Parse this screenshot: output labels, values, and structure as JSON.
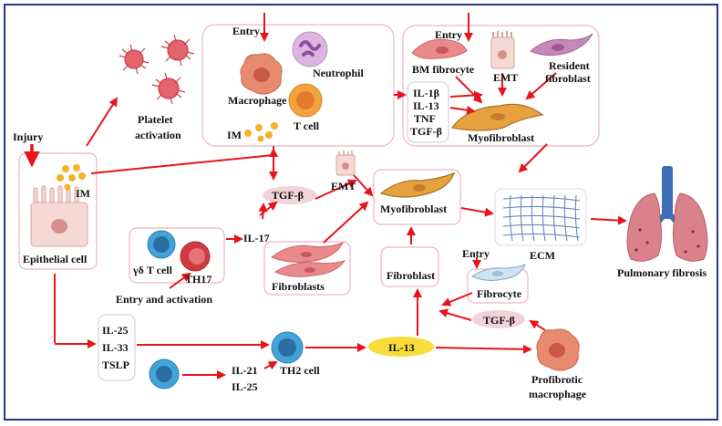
{
  "labels": {
    "injury": "Injury",
    "im": "IM",
    "epithelial_cell": "Epithelial cell",
    "platelet_activation_1": "Platelet",
    "platelet_activation_2": "activation",
    "entry": "Entry",
    "macrophage": "Macrophage",
    "neutrophil": "Neutrophil",
    "t_cell": "T cell",
    "bm_fibrocyte": "BM fibrocyte",
    "emt": "EMT",
    "resident_fibroblast_1": "Resident",
    "resident_fibroblast_2": "fibroblast",
    "il_1b": "IL-1β",
    "il_13": "IL-13",
    "tnf": "TNF",
    "tgf_b": "TGF-β",
    "myofibroblast": "Myofibroblast",
    "il_17": "IL-17",
    "gd_t_cell": "γδ T cell",
    "th17": "TH17",
    "entry_and_activation": "Entry and activation",
    "fibroblasts": "Fibroblasts",
    "fibroblast": "Fibroblast",
    "fibrocyte": "Fibrocyte",
    "ecm": "ECM",
    "pulmonary_fibrosis": "Pulmonary fibrosis",
    "il_25": "IL-25",
    "il_33": "IL-33",
    "tslp": "TSLP",
    "il_21": "IL-21",
    "th2_cell": "TH2 cell",
    "profibrotic_1": "Profibrotic",
    "profibrotic_2": "macrophage"
  },
  "colors": {
    "arrow": "#e8141a",
    "frame": "#25358a",
    "box_border": "#f1b3bd",
    "tgf_fill": "#f3d3da",
    "il13_fill": "#f6dd3a",
    "myofibroblast": "#e6a23e",
    "fibroblast": "#ea8a8c",
    "blue_cell": "#43a3d8",
    "red_cell": "#d23a3f",
    "macrophage": "#e78a70",
    "neutrophil": "#c89ad0",
    "t_cell": "#f3a23e",
    "im_dots": "#f4b22c",
    "platelet": "#e5636d",
    "lung": "#d9828c",
    "trachea": "#3e6db5",
    "ecm_grid": "#6a86b7"
  }
}
